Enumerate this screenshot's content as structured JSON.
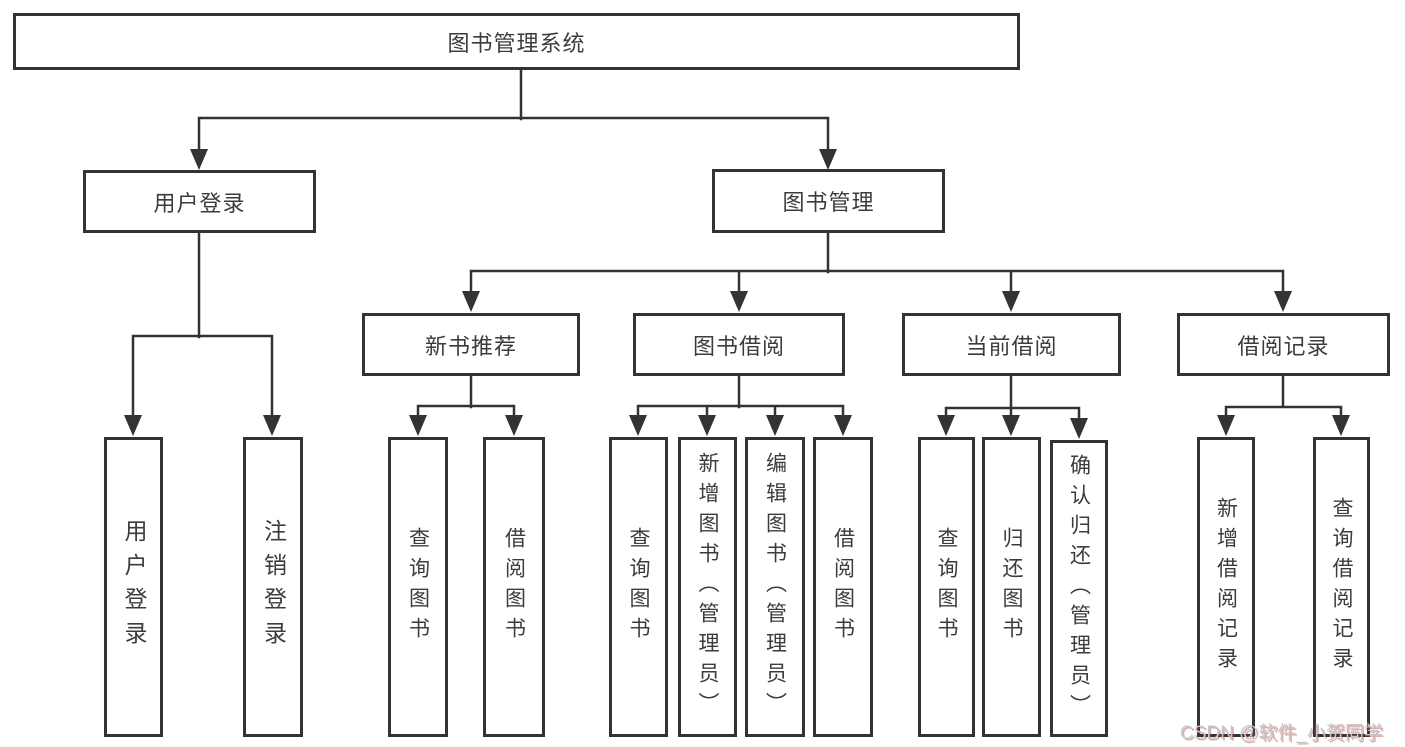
{
  "title": "图书管理系统",
  "watermark": "CSDN @软件_小贺同学",
  "colors": {
    "line": "#333333",
    "text": "#3c3c3c",
    "background": "#ffffff",
    "watermark": "#c8c8c8"
  },
  "nodes": {
    "root": {
      "label": "图书管理系统"
    },
    "userLogin": {
      "label": "用户登录"
    },
    "bookMgmt": {
      "label": "图书管理"
    },
    "login": {
      "label": "用户登录"
    },
    "logout": {
      "label": "注销登录"
    },
    "newRec": {
      "label": "新书推荐"
    },
    "bookBorrow": {
      "label": "图书借阅"
    },
    "curBorrow": {
      "label": "当前借阅"
    },
    "records": {
      "label": "借阅记录"
    },
    "recQuery": {
      "label": "查询图书"
    },
    "recBorrow": {
      "label": "借阅图书"
    },
    "bbQuery": {
      "label": "查询图书"
    },
    "bbAdd": {
      "label": "新增图书（管理员）"
    },
    "bbEdit": {
      "label": "编辑图书（管理员）"
    },
    "bbBorrow": {
      "label": "借阅图书"
    },
    "cbQuery": {
      "label": "查询图书"
    },
    "cbReturn": {
      "label": "归还图书"
    },
    "cbConfirm": {
      "label": "确认归还（管理员）"
    },
    "brAdd": {
      "label": "新增借阅记录"
    },
    "brQuery": {
      "label": "查询借阅记录"
    }
  },
  "hierarchy": {
    "图书管理系统": {
      "用户登录": [
        "用户登录",
        "注销登录"
      ],
      "图书管理": {
        "新书推荐": [
          "查询图书",
          "借阅图书"
        ],
        "图书借阅": [
          "查询图书",
          "新增图书（管理员）",
          "编辑图书（管理员）",
          "借阅图书"
        ],
        "当前借阅": [
          "查询图书",
          "归还图书",
          "确认归还（管理员）"
        ],
        "借阅记录": [
          "新增借阅记录",
          "查询借阅记录"
        ]
      }
    }
  }
}
